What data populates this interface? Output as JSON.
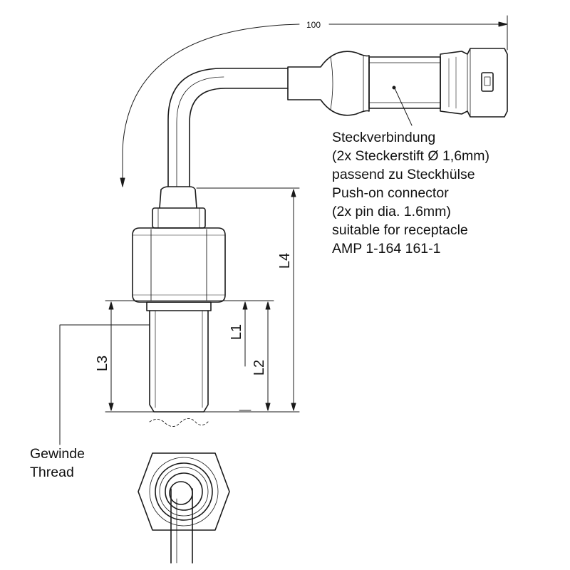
{
  "dimensions": {
    "width_label": "100",
    "L1": "L1",
    "L2": "L2",
    "L3": "L3",
    "L4": "L4"
  },
  "connector_note": {
    "lines": [
      "Steckverbindung",
      "(2x Steckerstift Ø 1,6mm)",
      "passend zu Steckhülse",
      "Push-on connector",
      "(2x pin dia. 1.6mm)",
      "suitable for receptacle",
      "AMP 1-164 161-1"
    ]
  },
  "thread_note": {
    "german": "Gewinde",
    "english": "Thread"
  }
}
